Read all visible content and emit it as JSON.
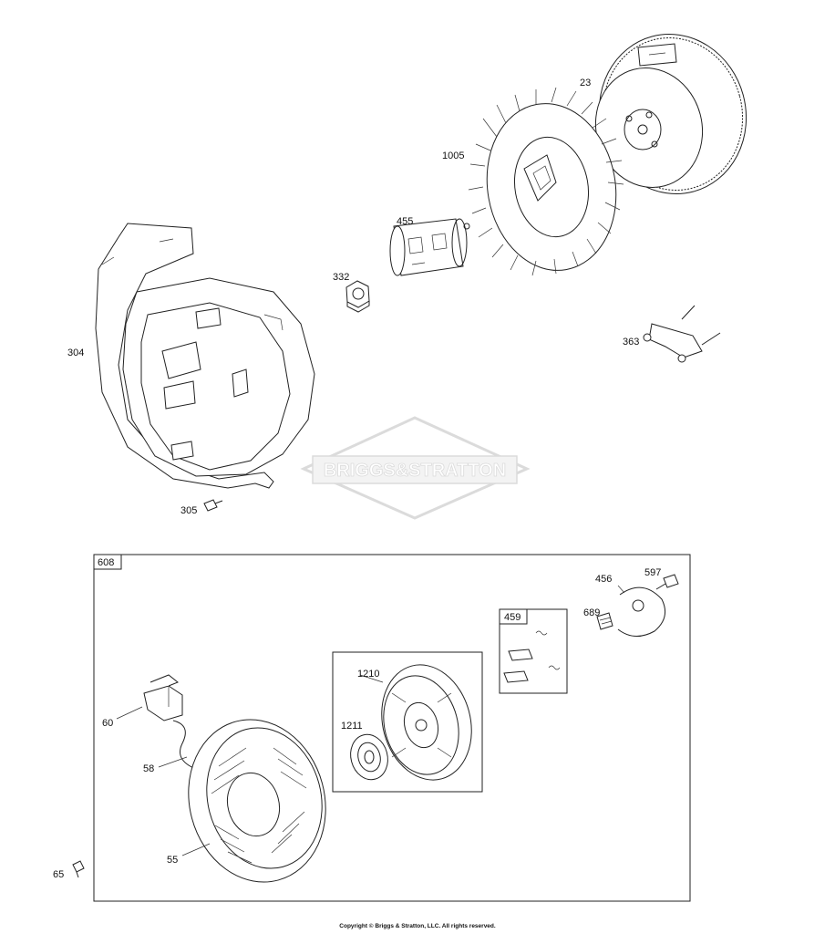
{
  "watermark": {
    "text": "BRIGGS&STRATTON"
  },
  "callouts": {
    "flywheel": "23",
    "fan": "1005",
    "clutch": "455",
    "nut": "332",
    "blower_housing": "304",
    "bracket": "363",
    "screw_305": "305",
    "handle": "60",
    "rope": "58",
    "starter_housing": "55",
    "screw_65": "65",
    "pulley": "1210",
    "spring": "1211",
    "ratchet": "456",
    "screw_597": "597",
    "spring_689": "689"
  },
  "boxes": {
    "starter_assembly": "608",
    "pawl_kit": "459"
  },
  "copyright": "Copyright © Briggs & Stratton, LLC. All rights reserved."
}
